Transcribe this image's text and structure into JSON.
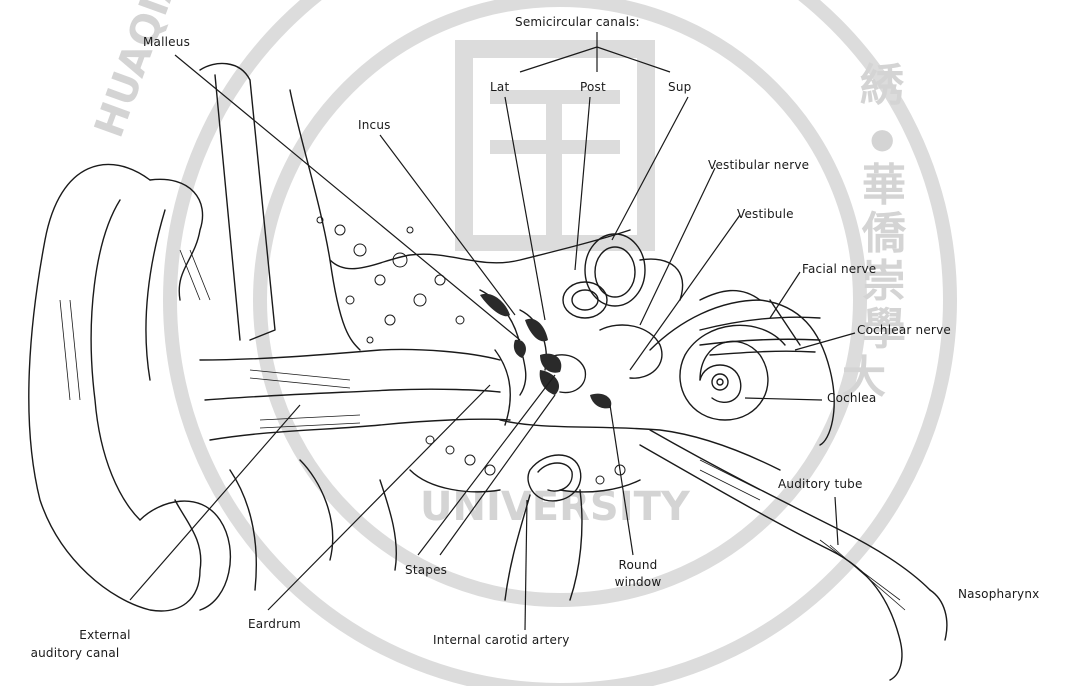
{
  "labels": {
    "semicircular_canals": "Semicircular canals:",
    "lat": "Lat",
    "post": "Post",
    "sup": "Sup",
    "malleus": "Malleus",
    "incus": "Incus",
    "vestibular_nerve": "Vestibular nerve",
    "vestibule": "Vestibule",
    "facial_nerve": "Facial nerve",
    "cochlear_nerve": "Cochlear nerve",
    "cochlea": "Cochlea",
    "auditory_tube": "Auditory tube",
    "nasopharynx": "Nasopharynx",
    "external_auditory_canal_line1": "External",
    "external_auditory_canal_line2": "auditory canal",
    "eardrum": "Eardrum",
    "stapes": "Stapes",
    "round_window_line1": "Round",
    "round_window_line2": "window",
    "internal_carotid_artery": "Internal carotid artery"
  },
  "watermark": {
    "text_left": "HUAQIAO",
    "text_bottom": "UNIVERSITY",
    "chars": [
      "華",
      "僑",
      "崇",
      "學",
      "大"
    ],
    "color": "#d9d9d9"
  },
  "colors": {
    "ink": "#1a1a1a",
    "dark_fill": "#2a2a2a",
    "watermark": "#d9d9d9"
  }
}
